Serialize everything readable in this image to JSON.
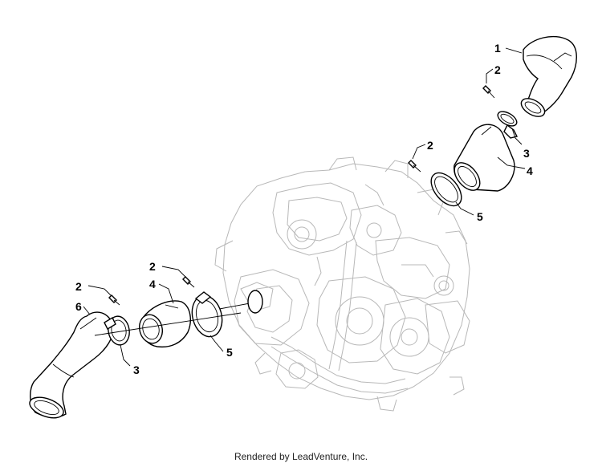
{
  "callouts": {
    "c1": "1",
    "c2a": "2",
    "c3a": "3",
    "c2b": "2",
    "c4a": "4",
    "c5a": "5",
    "c2c": "2",
    "c4b": "4",
    "c2d": "2",
    "c6": "6",
    "c3b": "3",
    "c5b": "5"
  },
  "footer": {
    "credit": "Rendered by LeadVenture, Inc."
  }
}
